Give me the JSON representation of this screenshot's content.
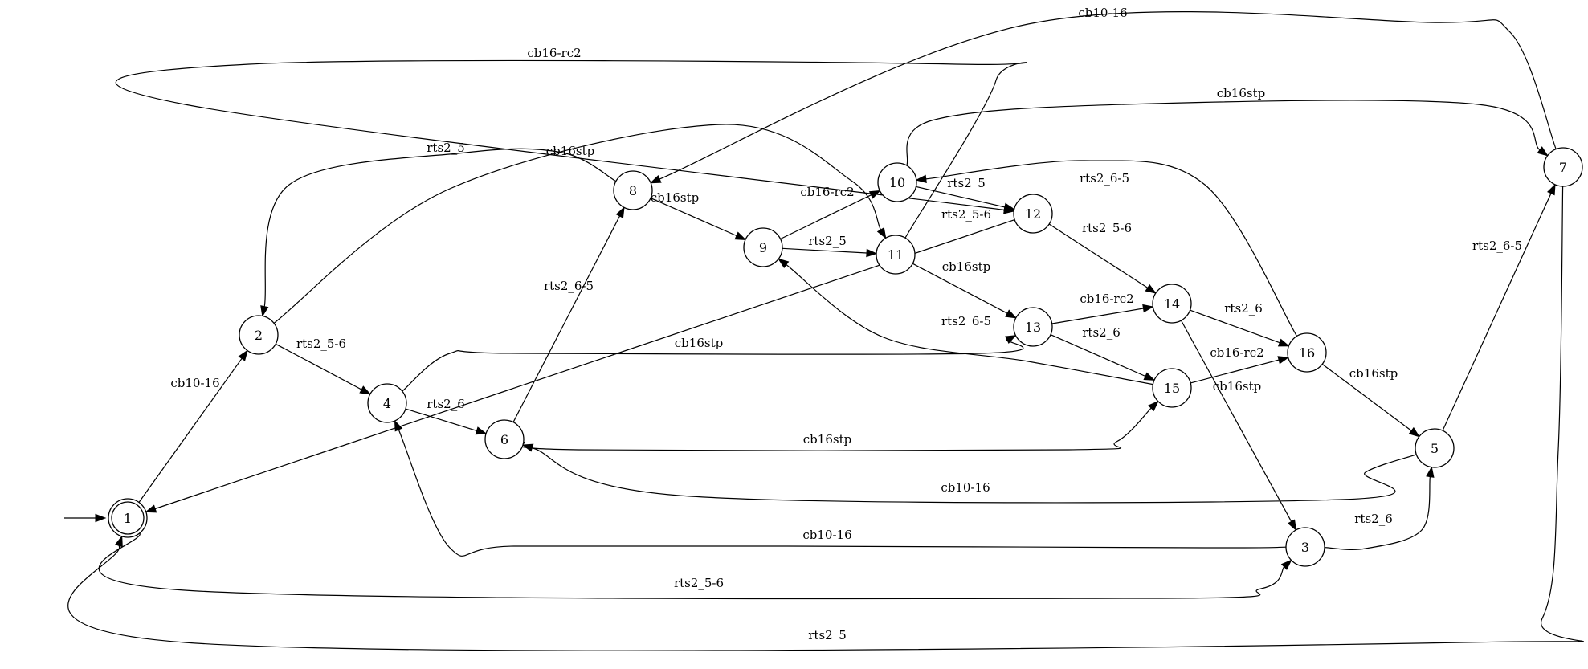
{
  "diagram": {
    "kind": "state-machine",
    "initial_state": "1",
    "accepting_states": [
      "1"
    ],
    "states": [
      "1",
      "2",
      "3",
      "4",
      "5",
      "6",
      "7",
      "8",
      "9",
      "10",
      "11",
      "12",
      "13",
      "14",
      "15",
      "16"
    ],
    "transitions": [
      {
        "from": "1",
        "to": "2",
        "label": "cb10-16"
      },
      {
        "from": "1",
        "to": "3",
        "label": "rts2_5-6"
      },
      {
        "from": "2",
        "to": "4",
        "label": "rts2_5-6"
      },
      {
        "from": "2",
        "to": "11",
        "label": "cb16stp"
      },
      {
        "from": "3",
        "to": "4",
        "label": "cb10-16"
      },
      {
        "from": "3",
        "to": "5",
        "label": "rts2_6"
      },
      {
        "from": "4",
        "to": "6",
        "label": "rts2_6"
      },
      {
        "from": "4",
        "to": "13",
        "label": "cb16stp"
      },
      {
        "from": "5",
        "to": "6",
        "label": "cb10-16"
      },
      {
        "from": "5",
        "to": "7",
        "label": "rts2_6-5"
      },
      {
        "from": "6",
        "to": "8",
        "label": "rts2_6-5"
      },
      {
        "from": "6",
        "to": "15",
        "label": "cb16stp"
      },
      {
        "from": "7",
        "to": "1",
        "label": "rts2_5"
      },
      {
        "from": "7",
        "to": "8",
        "label": "cb10-16"
      },
      {
        "from": "8",
        "to": "2",
        "label": "rts2_5"
      },
      {
        "from": "8",
        "to": "9",
        "label": "cb16stp"
      },
      {
        "from": "9",
        "to": "10",
        "label": "cb16-rc2"
      },
      {
        "from": "9",
        "to": "11",
        "label": "rts2_5"
      },
      {
        "from": "10",
        "to": "12",
        "label": "rts2_5"
      },
      {
        "from": "10",
        "to": "7",
        "label": "cb16stp"
      },
      {
        "from": "11",
        "to": "12",
        "label": "cb16-rc2"
      },
      {
        "from": "11",
        "to": "13",
        "label": "rts2_5-6"
      },
      {
        "from": "12",
        "to": "1",
        "label": "cb16stp"
      },
      {
        "from": "12",
        "to": "14",
        "label": "rts2_5-6"
      },
      {
        "from": "13",
        "to": "14",
        "label": "cb16-rc2"
      },
      {
        "from": "13",
        "to": "15",
        "label": "rts2_6"
      },
      {
        "from": "14",
        "to": "16",
        "label": "rts2_6"
      },
      {
        "from": "14",
        "to": "3",
        "label": "cb16stp"
      },
      {
        "from": "15",
        "to": "16",
        "label": "cb16-rc2"
      },
      {
        "from": "15",
        "to": "9",
        "label": "rts2_6-5"
      },
      {
        "from": "16",
        "to": "10",
        "label": "rts2_6-5"
      },
      {
        "from": "16",
        "to": "5",
        "label": "cb16stp"
      }
    ]
  }
}
